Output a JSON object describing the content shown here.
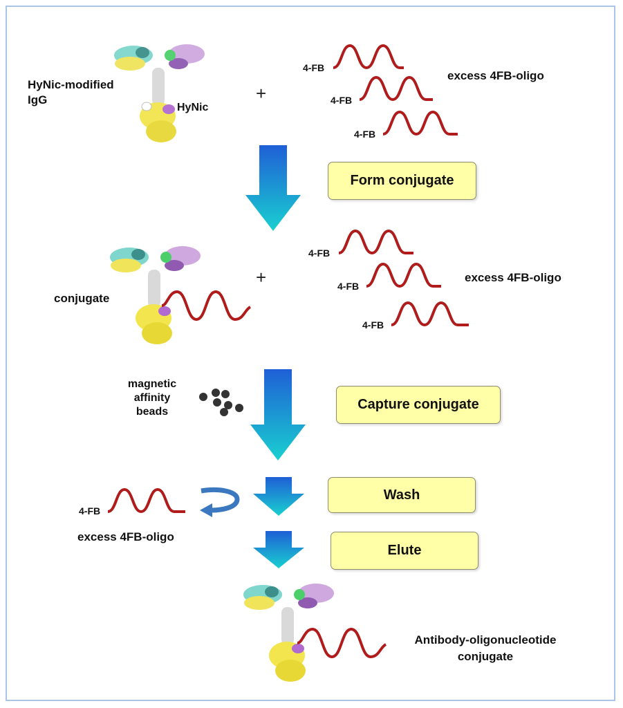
{
  "labels": {
    "hynic_igg": "HyNic-modified\nIgG",
    "hynic": "HyNic",
    "plus": "+",
    "fb": "4-FB",
    "excess_oligo": "excess 4FB-oligo",
    "conjugate": "conjugate",
    "beads": "magnetic\naffinity\nbeads",
    "final": "Antibody-oligonucleotide\nconjugate"
  },
  "steps": {
    "form": "Form conjugate",
    "capture": "Capture conjugate",
    "wash": "Wash",
    "elute": "Elute"
  },
  "colors": {
    "wave": "#b01c1c",
    "arrow_top": "#1f5fd6",
    "arrow_bottom": "#19d0d0",
    "step_fill": "#ffffa8",
    "frame": "#a9c4e6",
    "bead": "#333333",
    "return_arrow": "#3b78c0"
  }
}
